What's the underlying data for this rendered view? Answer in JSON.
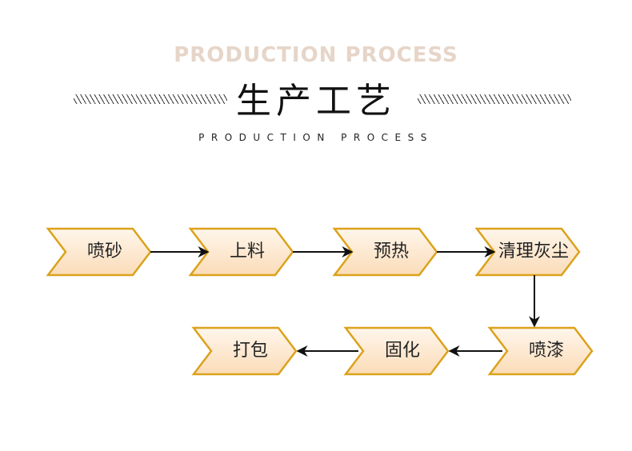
{
  "header": {
    "english_title": "PRODUCTION PROCESS",
    "chinese_title": "生产工艺",
    "subtitle": "PRODUCTION PROCESS",
    "decoration_left": "hatch-divider",
    "decoration_right": "hatch-divider"
  },
  "colors": {
    "english_title": "#e6d5c8",
    "step_border": "#dba21b",
    "step_fill_light": "#fff6ec",
    "step_fill_dark": "#fbdcb8",
    "arrow": "#111111"
  },
  "flow": {
    "steps": [
      {
        "id": "sandblasting",
        "label": "喷砂",
        "row": 1,
        "order": 1
      },
      {
        "id": "loading",
        "label": "上料",
        "row": 1,
        "order": 2
      },
      {
        "id": "preheating",
        "label": "预热",
        "row": 1,
        "order": 3
      },
      {
        "id": "dust-cleaning",
        "label": "清理灰尘",
        "row": 1,
        "order": 4
      },
      {
        "id": "painting",
        "label": "喷漆",
        "row": 2,
        "order": 5
      },
      {
        "id": "curing",
        "label": "固化",
        "row": 2,
        "order": 6
      },
      {
        "id": "packaging",
        "label": "打包",
        "row": 2,
        "order": 7
      }
    ],
    "connections": [
      {
        "from": "sandblasting",
        "to": "loading",
        "direction": "right"
      },
      {
        "from": "loading",
        "to": "preheating",
        "direction": "right"
      },
      {
        "from": "preheating",
        "to": "dust-cleaning",
        "direction": "right"
      },
      {
        "from": "dust-cleaning",
        "to": "painting",
        "direction": "down"
      },
      {
        "from": "painting",
        "to": "curing",
        "direction": "left"
      },
      {
        "from": "curing",
        "to": "packaging",
        "direction": "left"
      }
    ]
  }
}
